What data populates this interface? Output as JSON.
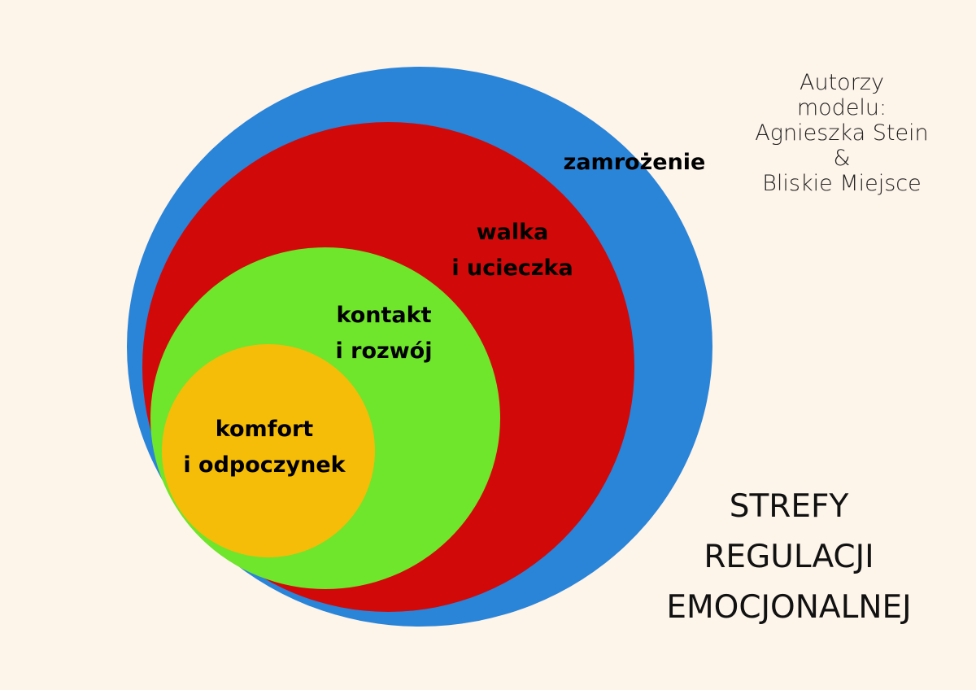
{
  "colors": {
    "background": "#fdf4ea",
    "freeze_zone": "#2a84d8",
    "fight_flight_zone": "#d10909",
    "contact_growth_zone": "#6fe52c",
    "comfort_rest_zone": "#f5bd08"
  },
  "zones": {
    "freeze": {
      "line1": "zamrożenie"
    },
    "fight_flight": {
      "line1": "walka",
      "line2": "i ucieczka"
    },
    "contact_growth": {
      "line1": "kontakt",
      "line2": "i rozwój"
    },
    "comfort_rest": {
      "line1": "komfort",
      "line2": "i odpoczynek"
    }
  },
  "authors": {
    "line1": "Autorzy",
    "line2": "modelu:",
    "line3": "Agnieszka Stein",
    "line4": "&",
    "line5": "Bliskie Miejsce"
  },
  "title": {
    "line1": "STREFY",
    "line2": "REGULACJI",
    "line3": "EMOCJONALNEJ"
  }
}
